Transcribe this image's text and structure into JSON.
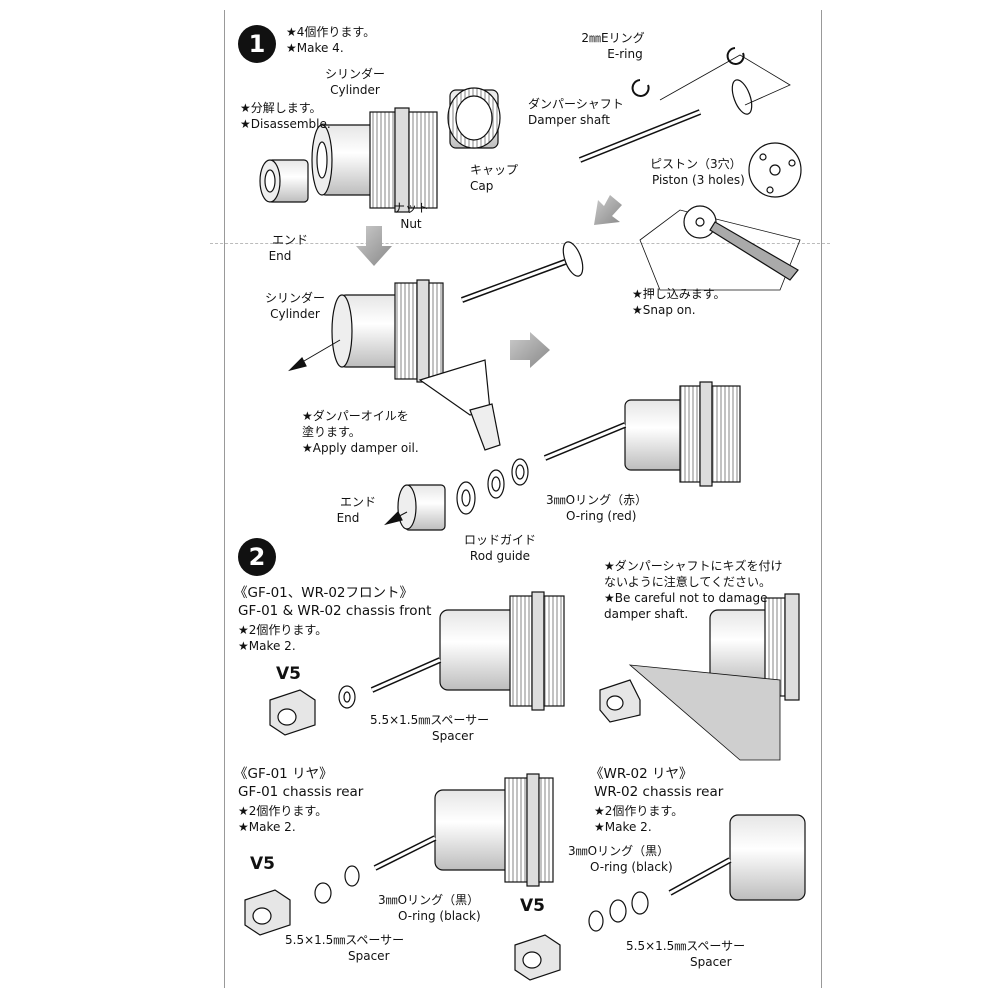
{
  "step1": {
    "number": "1",
    "make_jp": "★4個作ります。",
    "make_en": "★Make 4.",
    "cylinder_jp": "シリンダー",
    "cylinder_en": "Cylinder",
    "disassemble_jp": "★分解します。",
    "disassemble_en": "★Disassemble.",
    "end_jp": "エンド",
    "end_en": "End",
    "nut_jp": "ナット",
    "nut_en": "Nut",
    "cap_jp": "キャップ",
    "cap_en": "Cap",
    "ering_jp": "2㎜Eリング",
    "ering_en": "E-ring",
    "shaft_jp": "ダンパーシャフト",
    "shaft_en": "Damper shaft",
    "piston_jp": "ピストン（3穴）",
    "piston_en": "Piston (3 holes)",
    "snap_jp": "★押し込みます。",
    "snap_en": "★Snap on.",
    "cylinder2_jp": "シリンダー",
    "cylinder2_en": "Cylinder",
    "oil_jp1": "★ダンパーオイルを",
    "oil_jp2": "塗ります。",
    "oil_en": "★Apply damper oil.",
    "end2_jp": "エンド",
    "end2_en": "End",
    "oring_jp": "3㎜Oリング（赤）",
    "oring_en": "O-ring (red)",
    "rodguide_jp": "ロッドガイド",
    "rodguide_en": "Rod guide"
  },
  "step2": {
    "number": "2",
    "front_title_jp": "《GF-01、WR-02フロント》",
    "front_title_en": "GF-01 & WR-02 chassis front",
    "front_make_jp": "★2個作ります。",
    "front_make_en": "★Make 2.",
    "front_v": "V5",
    "front_spacer_jp": "5.5×1.5㎜スペーサー",
    "front_spacer_en": "Spacer",
    "caution_jp1": "★ダンパーシャフトにキズを付け",
    "caution_jp2": "ないように注意してください。",
    "caution_en1": "★Be careful not to damage",
    "caution_en2": "damper shaft.",
    "gf_rear_title_jp": "《GF-01 リヤ》",
    "gf_rear_title_en": "GF-01 chassis rear",
    "gf_rear_make_jp": "★2個作ります。",
    "gf_rear_make_en": "★Make 2.",
    "gf_rear_v": "V5",
    "gf_rear_oring_jp": "3㎜Oリング（黒）",
    "gf_rear_oring_en": "O-ring (black)",
    "gf_rear_spacer_jp": "5.5×1.5㎜スペーサー",
    "gf_rear_spacer_en": "Spacer",
    "wr_rear_title_jp": "《WR-02 リヤ》",
    "wr_rear_title_en": "WR-02 chassis rear",
    "wr_rear_make_jp": "★2個作ります。",
    "wr_rear_make_en": "★Make 2.",
    "wr_rear_oring_jp": "3㎜Oリング（黒）",
    "wr_rear_oring_en": "O-ring (black)",
    "wr_rear_v": "V5",
    "wr_rear_spacer_jp": "5.5×1.5㎜スペーサー",
    "wr_rear_spacer_en": "Spacer"
  }
}
